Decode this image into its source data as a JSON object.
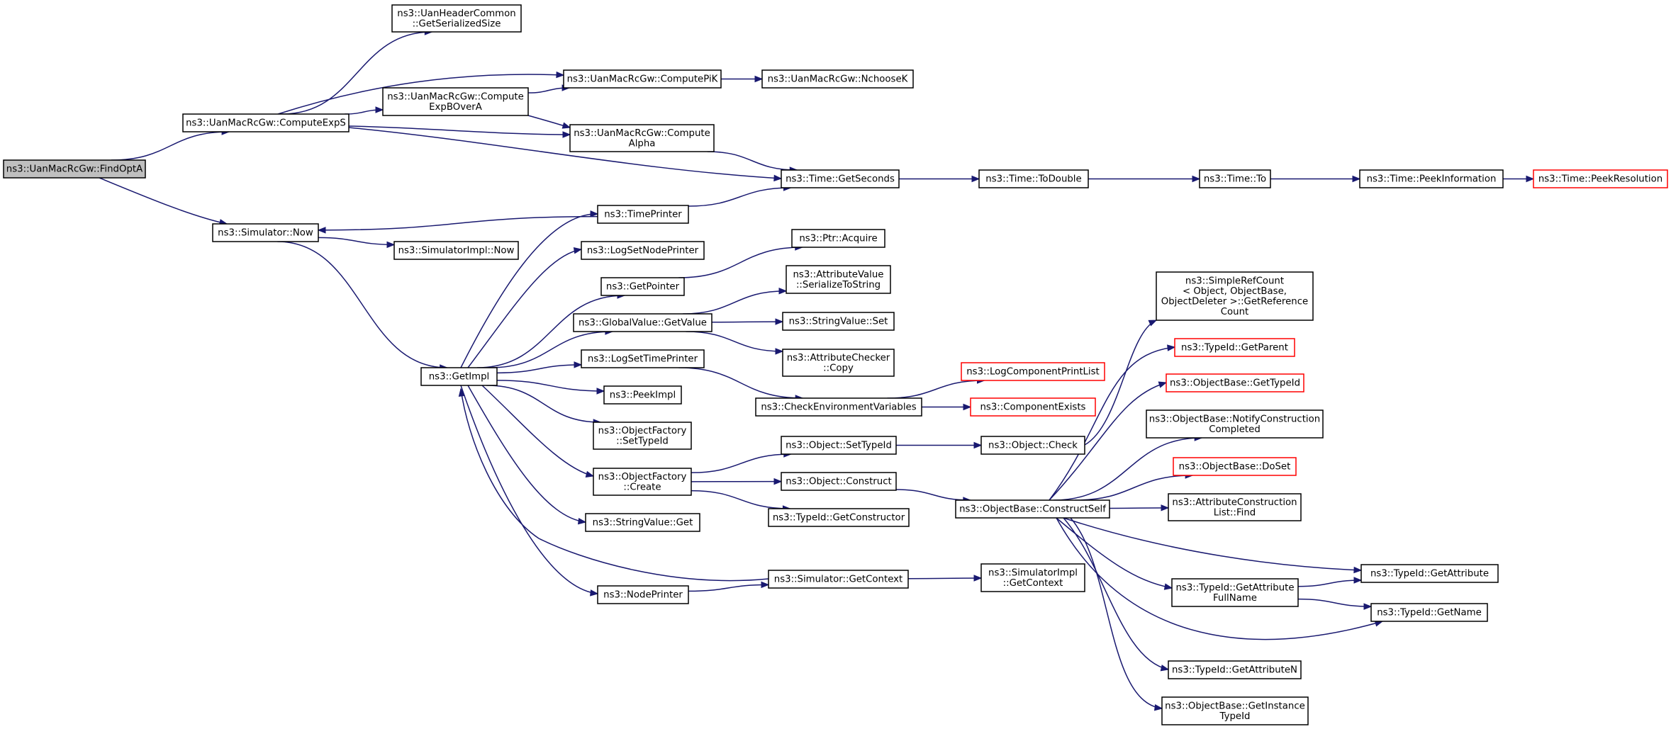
{
  "colors": {
    "edge": "#191970",
    "node_border": "#000000",
    "node_border_truncated": "#ff0000",
    "node_fill": "#ffffff",
    "root_fill": "#bfbfbf"
  },
  "nodes": [
    {
      "id": "n0",
      "lines": [
        "ns3::UanMacRcGw::FindOptA"
      ],
      "root": true
    },
    {
      "id": "n1",
      "lines": [
        "ns3::UanMacRcGw::ComputeExpS"
      ]
    },
    {
      "id": "n2",
      "lines": [
        "ns3::Simulator::Now"
      ]
    },
    {
      "id": "n3",
      "lines": [
        "ns3::UanHeaderCommon",
        "::GetSerializedSize"
      ]
    },
    {
      "id": "n4",
      "lines": [
        "ns3::UanMacRcGw::ComputePiK"
      ]
    },
    {
      "id": "n5",
      "lines": [
        "ns3::UanMacRcGw::Compute",
        "ExpBOverA"
      ]
    },
    {
      "id": "n6",
      "lines": [
        "ns3::UanMacRcGw::Compute",
        "Alpha"
      ]
    },
    {
      "id": "n7",
      "lines": [
        "ns3::Time::GetSeconds"
      ]
    },
    {
      "id": "n8",
      "lines": [
        "ns3::UanMacRcGw::NchooseK"
      ]
    },
    {
      "id": "n9",
      "lines": [
        "ns3::Time::ToDouble"
      ]
    },
    {
      "id": "n10",
      "lines": [
        "ns3::Time::To"
      ]
    },
    {
      "id": "n11",
      "lines": [
        "ns3::Time::PeekInformation"
      ]
    },
    {
      "id": "n12",
      "lines": [
        "ns3::Time::PeekResolution"
      ],
      "truncated": true
    },
    {
      "id": "n13",
      "lines": [
        "ns3::SimulatorImpl::Now"
      ]
    },
    {
      "id": "n14",
      "lines": [
        "ns3::GetImpl"
      ]
    },
    {
      "id": "n15",
      "lines": [
        "ns3::TimePrinter"
      ]
    },
    {
      "id": "n16",
      "lines": [
        "ns3::LogSetNodePrinter"
      ]
    },
    {
      "id": "n17",
      "lines": [
        "ns3::GetPointer"
      ]
    },
    {
      "id": "n18",
      "lines": [
        "ns3::GlobalValue::GetValue"
      ]
    },
    {
      "id": "n19",
      "lines": [
        "ns3::LogSetTimePrinter"
      ]
    },
    {
      "id": "n20",
      "lines": [
        "ns3::PeekImpl"
      ]
    },
    {
      "id": "n21",
      "lines": [
        "ns3::ObjectFactory",
        "::SetTypeId"
      ]
    },
    {
      "id": "n22",
      "lines": [
        "ns3::ObjectFactory",
        "::Create"
      ]
    },
    {
      "id": "n23",
      "lines": [
        "ns3::StringValue::Get"
      ]
    },
    {
      "id": "n24",
      "lines": [
        "ns3::NodePrinter"
      ]
    },
    {
      "id": "n25",
      "lines": [
        "ns3::Ptr::Acquire"
      ]
    },
    {
      "id": "n26",
      "lines": [
        "ns3::AttributeValue",
        "::SerializeToString"
      ]
    },
    {
      "id": "n27",
      "lines": [
        "ns3::StringValue::Set"
      ]
    },
    {
      "id": "n28",
      "lines": [
        "ns3::AttributeChecker",
        "::Copy"
      ]
    },
    {
      "id": "n29",
      "lines": [
        "ns3::CheckEnvironmentVariables"
      ]
    },
    {
      "id": "n30",
      "lines": [
        "ns3::LogComponentPrintList"
      ],
      "truncated": true
    },
    {
      "id": "n31",
      "lines": [
        "ns3::ComponentExists"
      ],
      "truncated": true
    },
    {
      "id": "n32",
      "lines": [
        "ns3::Object::SetTypeId"
      ]
    },
    {
      "id": "n33",
      "lines": [
        "ns3::Object::Construct"
      ]
    },
    {
      "id": "n34",
      "lines": [
        "ns3::TypeId::GetConstructor"
      ]
    },
    {
      "id": "n35",
      "lines": [
        "ns3::Simulator::GetContext"
      ]
    },
    {
      "id": "n36",
      "lines": [
        "ns3::SimulatorImpl",
        "::GetContext"
      ]
    },
    {
      "id": "n37",
      "lines": [
        "ns3::Object::Check"
      ]
    },
    {
      "id": "n38",
      "lines": [
        "ns3::ObjectBase::ConstructSelf"
      ]
    },
    {
      "id": "n39",
      "lines": [
        "ns3::SimpleRefCount",
        "< Object, ObjectBase,",
        "ObjectDeleter >::GetReference",
        "Count"
      ]
    },
    {
      "id": "n40",
      "lines": [
        "ns3::TypeId::GetParent"
      ],
      "truncated": true
    },
    {
      "id": "n41",
      "lines": [
        "ns3::ObjectBase::GetTypeId"
      ],
      "truncated": true
    },
    {
      "id": "n42",
      "lines": [
        "ns3::ObjectBase::NotifyConstruction",
        "Completed"
      ]
    },
    {
      "id": "n43",
      "lines": [
        "ns3::ObjectBase::DoSet"
      ],
      "truncated": true
    },
    {
      "id": "n44",
      "lines": [
        "ns3::AttributeConstruction",
        "List::Find"
      ]
    },
    {
      "id": "n45",
      "lines": [
        "ns3::TypeId::GetAttribute",
        "FullName"
      ]
    },
    {
      "id": "n46",
      "lines": [
        "ns3::TypeId::GetAttribute"
      ]
    },
    {
      "id": "n47",
      "lines": [
        "ns3::TypeId::GetName"
      ]
    },
    {
      "id": "n48",
      "lines": [
        "ns3::TypeId::GetAttributeN"
      ]
    },
    {
      "id": "n49",
      "lines": [
        "ns3::ObjectBase::GetInstance",
        "TypeId"
      ]
    }
  ],
  "edges": [
    [
      "n0",
      "n1"
    ],
    [
      "n0",
      "n2"
    ],
    [
      "n1",
      "n3"
    ],
    [
      "n1",
      "n4"
    ],
    [
      "n1",
      "n5"
    ],
    [
      "n1",
      "n6"
    ],
    [
      "n1",
      "n7"
    ],
    [
      "n4",
      "n8"
    ],
    [
      "n5",
      "n4"
    ],
    [
      "n5",
      "n6"
    ],
    [
      "n6",
      "n7"
    ],
    [
      "n7",
      "n9"
    ],
    [
      "n9",
      "n10"
    ],
    [
      "n10",
      "n11"
    ],
    [
      "n11",
      "n12"
    ],
    [
      "n2",
      "n13"
    ],
    [
      "n2",
      "n14"
    ],
    [
      "n14",
      "n15"
    ],
    [
      "n14",
      "n16"
    ],
    [
      "n14",
      "n17"
    ],
    [
      "n14",
      "n18"
    ],
    [
      "n14",
      "n19"
    ],
    [
      "n14",
      "n20"
    ],
    [
      "n14",
      "n21"
    ],
    [
      "n14",
      "n22"
    ],
    [
      "n14",
      "n23"
    ],
    [
      "n14",
      "n24"
    ],
    [
      "n15",
      "n2"
    ],
    [
      "n15",
      "n7"
    ],
    [
      "n17",
      "n25"
    ],
    [
      "n18",
      "n26"
    ],
    [
      "n18",
      "n27"
    ],
    [
      "n18",
      "n28"
    ],
    [
      "n19",
      "n29"
    ],
    [
      "n29",
      "n30"
    ],
    [
      "n29",
      "n31"
    ],
    [
      "n22",
      "n32"
    ],
    [
      "n22",
      "n33"
    ],
    [
      "n22",
      "n34"
    ],
    [
      "n32",
      "n37"
    ],
    [
      "n33",
      "n38"
    ],
    [
      "n24",
      "n35"
    ],
    [
      "n35",
      "n14"
    ],
    [
      "n35",
      "n36"
    ],
    [
      "n37",
      "n39"
    ],
    [
      "n38",
      "n40"
    ],
    [
      "n38",
      "n41"
    ],
    [
      "n38",
      "n42"
    ],
    [
      "n38",
      "n43"
    ],
    [
      "n38",
      "n44"
    ],
    [
      "n38",
      "n45"
    ],
    [
      "n38",
      "n46"
    ],
    [
      "n38",
      "n47"
    ],
    [
      "n38",
      "n48"
    ],
    [
      "n38",
      "n49"
    ],
    [
      "n45",
      "n46"
    ],
    [
      "n45",
      "n47"
    ]
  ]
}
